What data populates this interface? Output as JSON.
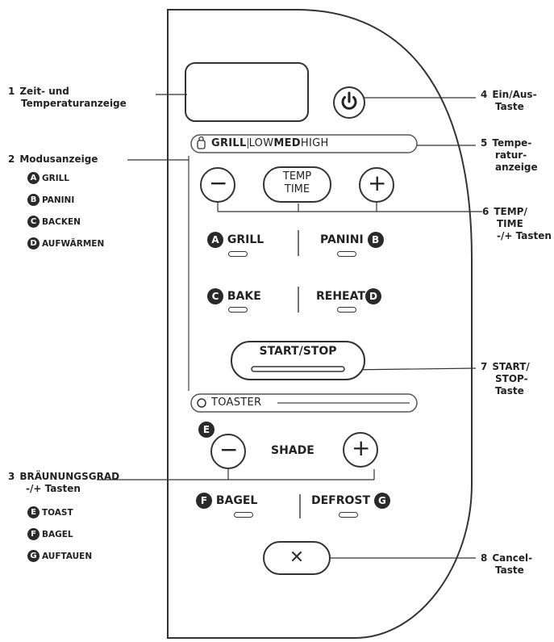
{
  "callouts": {
    "c1": {
      "number": "1",
      "line1": "Zeit- und",
      "line2": "Temperaturanzeige"
    },
    "c2": {
      "number": "2",
      "line1": "Modusanzeige"
    },
    "c3": {
      "number": "3",
      "line1": "BRÄUNUNGSGRAD",
      "line2": "-/+ Tasten"
    },
    "c4": {
      "number": "4",
      "line1": "Ein/Aus-",
      "line2": "Taste"
    },
    "c5": {
      "number": "5",
      "line1": "Tempe-",
      "line2": "ratur-",
      "line3": "anzeige"
    },
    "c6": {
      "number": "6",
      "line1": "TEMP/",
      "line2": "TIME",
      "line3": "-/+ Tasten"
    },
    "c7": {
      "number": "7",
      "line1": "START/",
      "line2": "STOP-",
      "line3": "Taste"
    },
    "c8": {
      "number": "8",
      "line1": "Cancel-",
      "line2": "Taste"
    }
  },
  "mode_list": [
    {
      "badge": "A",
      "label": "GRILL"
    },
    {
      "badge": "B",
      "label": "PANINI"
    },
    {
      "badge": "C",
      "label": "BACKEN"
    },
    {
      "badge": "D",
      "label": "AUFWÄRMEN"
    }
  ],
  "shade_list": [
    {
      "badge": "E",
      "label": "TOAST"
    },
    {
      "badge": "F",
      "label": "BAGEL"
    },
    {
      "badge": "G",
      "label": "AUFTAUEN"
    }
  ],
  "panel": {
    "grill_bar": {
      "grill": "GRILL",
      "low": "LOW",
      "med": "MED",
      "high": "HIGH"
    },
    "temp_time": {
      "line1": "TEMP",
      "line2": "TIME"
    },
    "minus": "−",
    "plus": "+",
    "modes": {
      "grill": {
        "badge": "A",
        "label": "GRILL"
      },
      "panini": {
        "badge": "B",
        "label": "PANINI"
      },
      "bake": {
        "badge": "C",
        "label": "BAKE"
      },
      "reheat": {
        "badge": "D",
        "label": "REHEAT"
      }
    },
    "start_stop": "START/STOP",
    "toaster": "TOASTER",
    "shade_badge": "E",
    "shade": "SHADE",
    "bagel": {
      "badge": "F",
      "label": "BAGEL"
    },
    "defrost": {
      "badge": "G",
      "label": "DEFROST"
    },
    "cancel_symbol": "✕"
  }
}
